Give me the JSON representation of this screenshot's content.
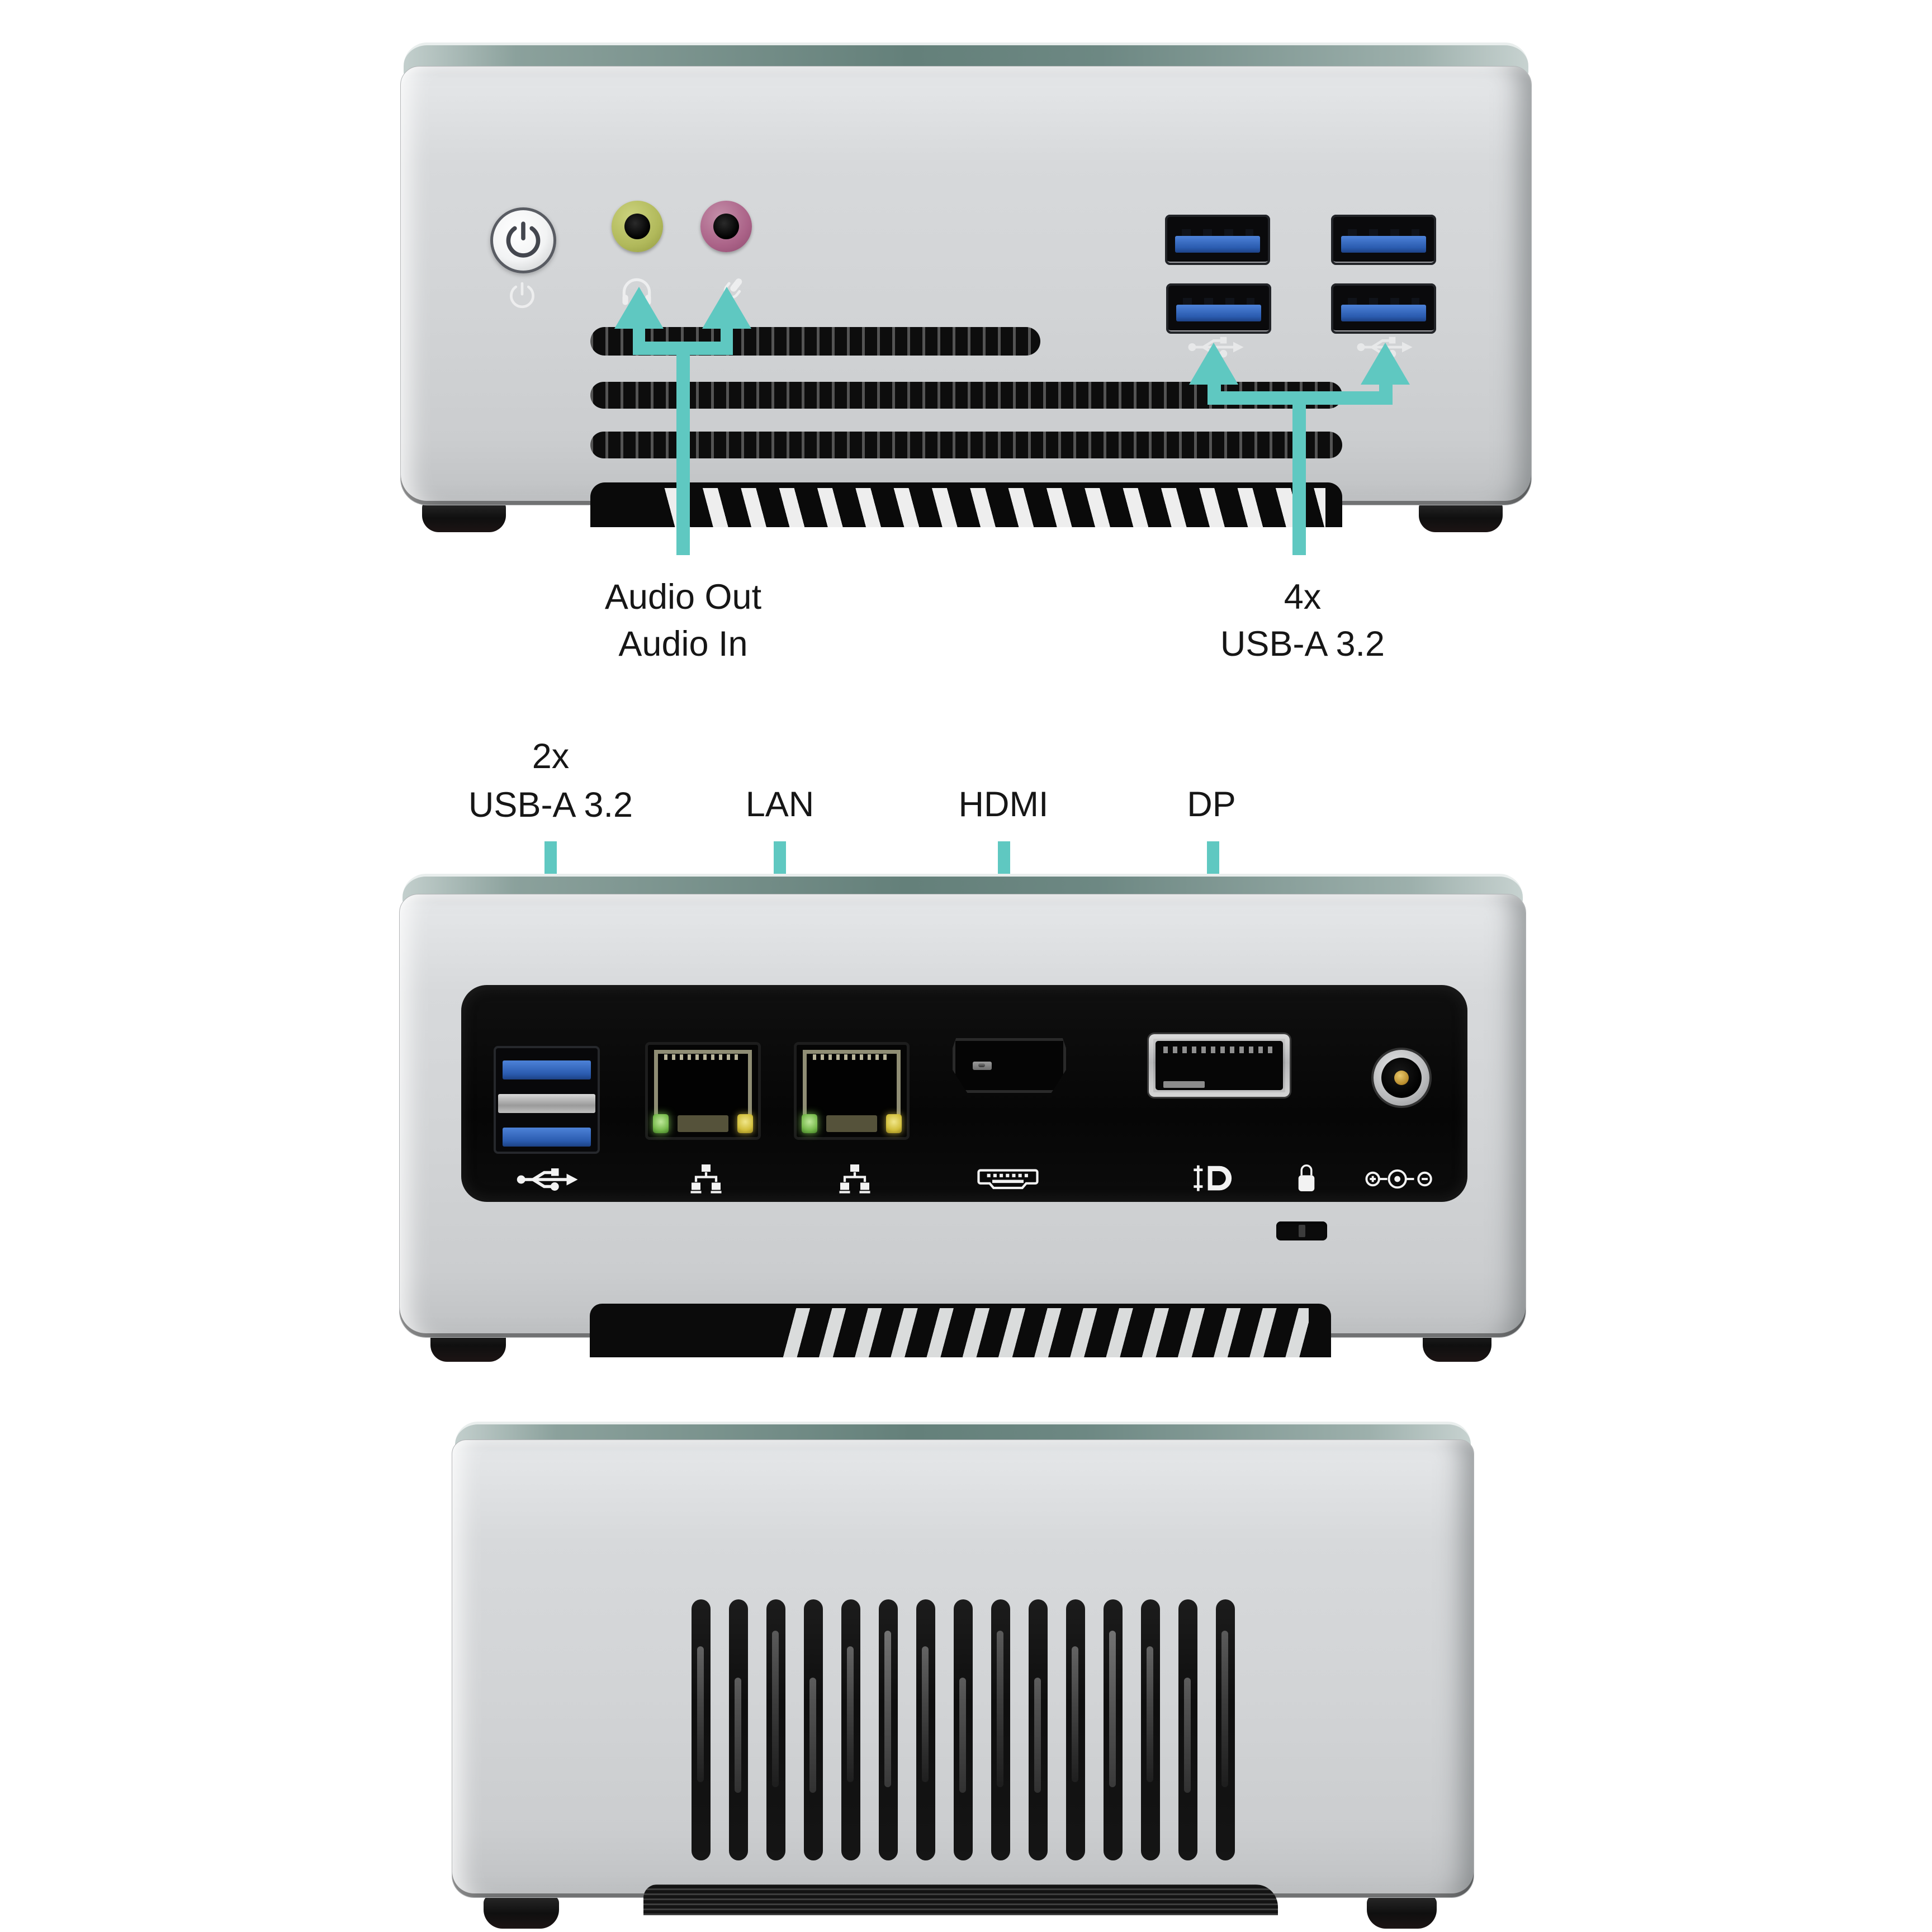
{
  "accent_color": "#5fc8c1",
  "background_color": "#ffffff",
  "front_view": {
    "audio_annotation": {
      "line1": "Audio Out",
      "line2": "Audio In"
    },
    "usb_annotation": {
      "line1": "4x",
      "line2": "USB-A 3.2"
    }
  },
  "rear_view": {
    "usb_annotation": {
      "line1": "2x",
      "line2": "USB-A 3.2"
    },
    "lan_annotation": "LAN",
    "hdmi_annotation": "HDMI",
    "dp_annotation": "DP"
  }
}
